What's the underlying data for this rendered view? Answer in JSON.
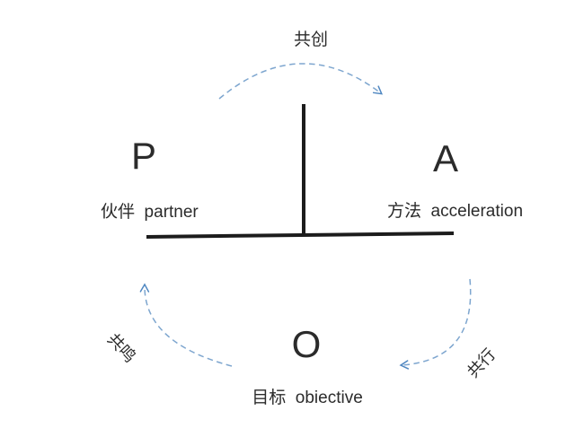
{
  "canvas": {
    "bg": "#ffffff"
  },
  "colors": {
    "line": "#1c1c1c",
    "text": "#2b2b2b",
    "arrow_dash": "#7ea6cf",
    "arrow_head": "#4f87c1"
  },
  "diagram": {
    "cycle_labels": {
      "top": "共创",
      "bottom_left": "共鸣",
      "bottom_right": "共行"
    },
    "nodes": {
      "p": {
        "letter": "P",
        "label": "伙伴  partner"
      },
      "a": {
        "letter": "A",
        "label": "方法  acceleration"
      },
      "o": {
        "letter": "O",
        "label": "目标  obiective"
      }
    }
  }
}
